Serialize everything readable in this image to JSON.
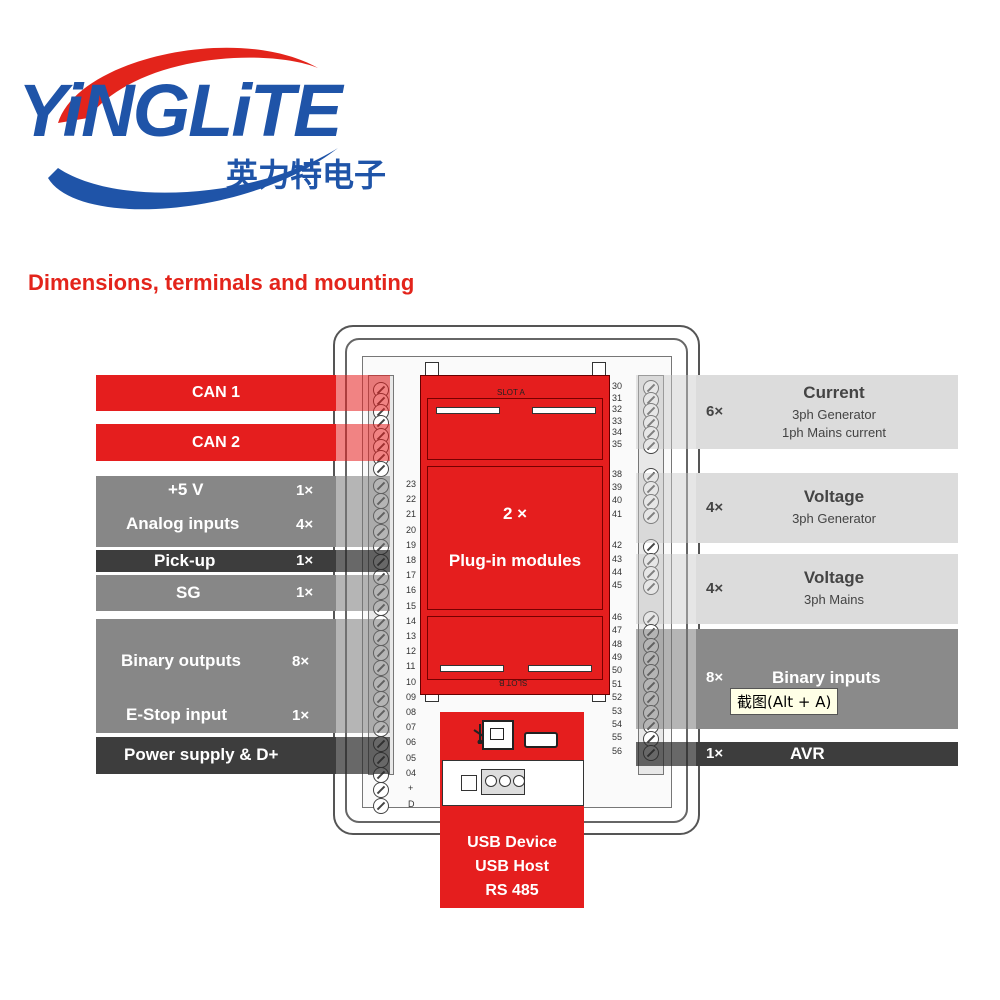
{
  "logo": {
    "text": "YiNGLiTE",
    "subtitle": "英力特电子",
    "colors": {
      "blue": "#1f54a8",
      "red": "#e3241b"
    }
  },
  "title": "Dimensions, terminals and mounting",
  "left_bands": {
    "can1": "CAN 1",
    "can2": "CAN 2",
    "plus5v": {
      "label": "+5 V",
      "count": "1×"
    },
    "analog": {
      "label": "Analog inputs",
      "count": "4×"
    },
    "pickup": {
      "label": "Pick-up",
      "count": "1×"
    },
    "sg": {
      "label": "SG",
      "count": "1×"
    },
    "binary_out": {
      "label": "Binary outputs",
      "count": "8×"
    },
    "estop": {
      "label": "E-Stop input",
      "count": "1×"
    },
    "power": {
      "label": "Power supply & D+"
    }
  },
  "right_bands": {
    "current": {
      "count": "6×",
      "label": "Current",
      "sub1": "3ph Generator",
      "sub2": "1ph Mains current"
    },
    "voltage_gen": {
      "count": "4×",
      "label": "Voltage",
      "sub1": "3ph Generator"
    },
    "voltage_mains": {
      "count": "4×",
      "label": "Voltage",
      "sub1": "3ph Mains"
    },
    "binary_in": {
      "count": "8×",
      "label": "Binary inputs"
    },
    "avr": {
      "count": "1×",
      "label": "AVR"
    }
  },
  "plugin": {
    "count": "2 ×",
    "label": "Plug-in modules",
    "slot_a": "SLOT A",
    "slot_b": "SLOT B"
  },
  "usb": {
    "line1": "USB Device",
    "line2": "USB Host",
    "line3": "RS 485"
  },
  "tooltip": "截图(Alt + A)",
  "left_terminal_numbers": [
    "23",
    "22",
    "21",
    "20",
    "19",
    "18",
    "17",
    "16",
    "15",
    "14",
    "13",
    "12",
    "11",
    "10",
    "09",
    "08",
    "07",
    "06",
    "05",
    "04"
  ],
  "right_terminal_numbers": [
    "30",
    "31",
    "32",
    "33",
    "34",
    "35",
    "38",
    "39",
    "40",
    "41",
    "42",
    "43",
    "44",
    "45",
    "46",
    "47",
    "48",
    "49",
    "50",
    "51",
    "52",
    "53",
    "54",
    "55",
    "56"
  ],
  "left_power_marks": [
    "+",
    "D"
  ]
}
